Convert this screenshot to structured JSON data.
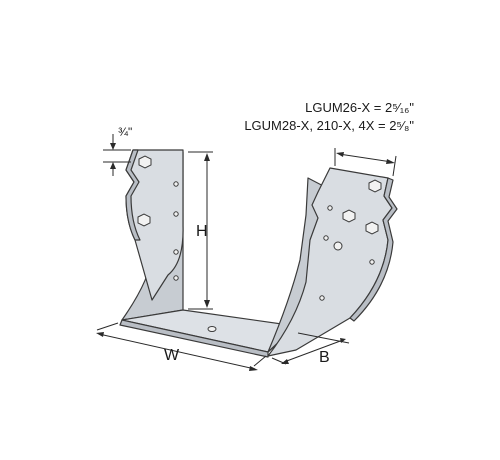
{
  "diagram": {
    "subject": "joist hanger",
    "callouts": {
      "model_line_1": "LGUM26-X = 2⁵⁄₁₆\"",
      "model_line_2": "LGUM28-X, 210-X, 4X = 2⁵⁄₈\"",
      "top_flange_gap": "¾\"",
      "height_label": "H",
      "width_label": "W",
      "depth_label": "B"
    },
    "colors": {
      "metal_fill": "#d9dde2",
      "metal_shade": "#c7ccd2",
      "metal_dark": "#b9bec5",
      "outline": "#3a3a3a",
      "dimension_line": "#2a2a2a",
      "hole_fill": "#f2f2f2"
    }
  }
}
